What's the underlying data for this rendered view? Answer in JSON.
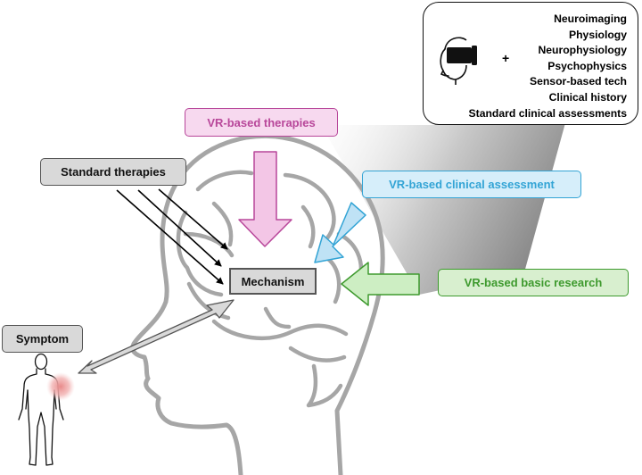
{
  "labels": {
    "vr_therapies": "VR-based therapies",
    "vr_assessment": "VR-based clinical assessment",
    "vr_research": "VR-based basic research",
    "standard_therapies": "Standard therapies",
    "mechanism": "Mechanism",
    "symptom": "Symptom"
  },
  "toolbox": {
    "plus": "+",
    "items": [
      "Neuroimaging",
      "Physiology",
      "Neurophysiology",
      "Psychophysics",
      "Sensor-based tech",
      "Clinical history",
      "Standard clinical assessments"
    ]
  },
  "colors": {
    "therapies": "#b8479a",
    "assessment": "#33a4d5",
    "research": "#3e9a2e",
    "neutral": "#555555"
  }
}
